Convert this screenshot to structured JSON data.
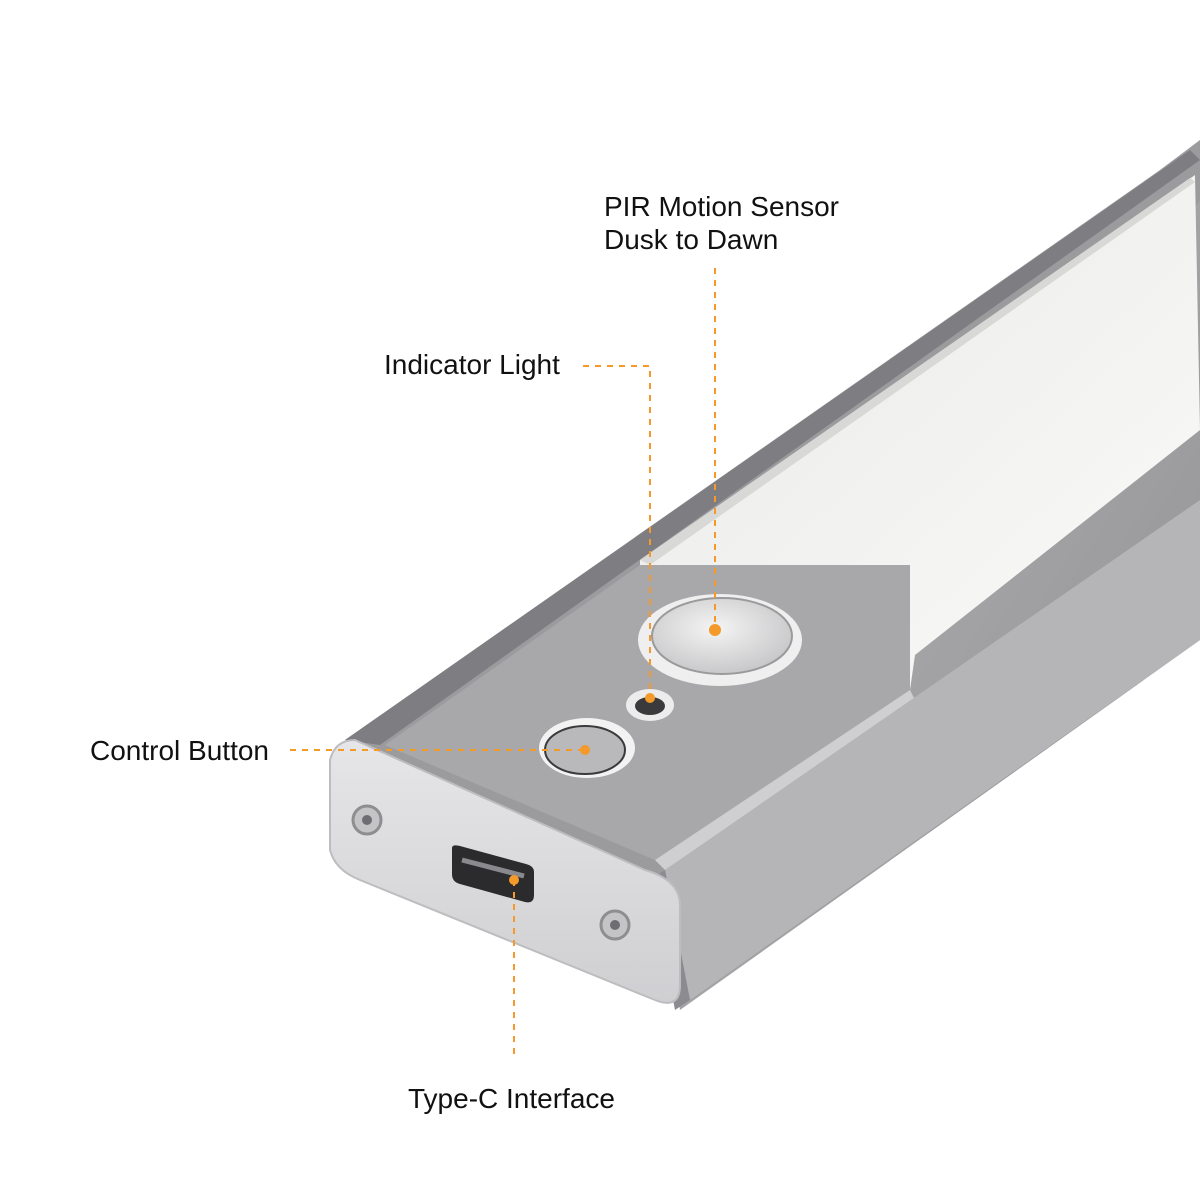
{
  "product": "LED under-cabinet light bar",
  "callouts": {
    "pir_line1": "PIR Motion Sensor",
    "pir_line2": "Dusk to Dawn",
    "indicator": "Indicator Light",
    "control": "Control Button",
    "typec": "Type-C Interface"
  },
  "colors": {
    "callout": "#f39a2b",
    "housing": "#a9a9ab",
    "diffuser": "#f2f2f0",
    "text": "#111111"
  }
}
